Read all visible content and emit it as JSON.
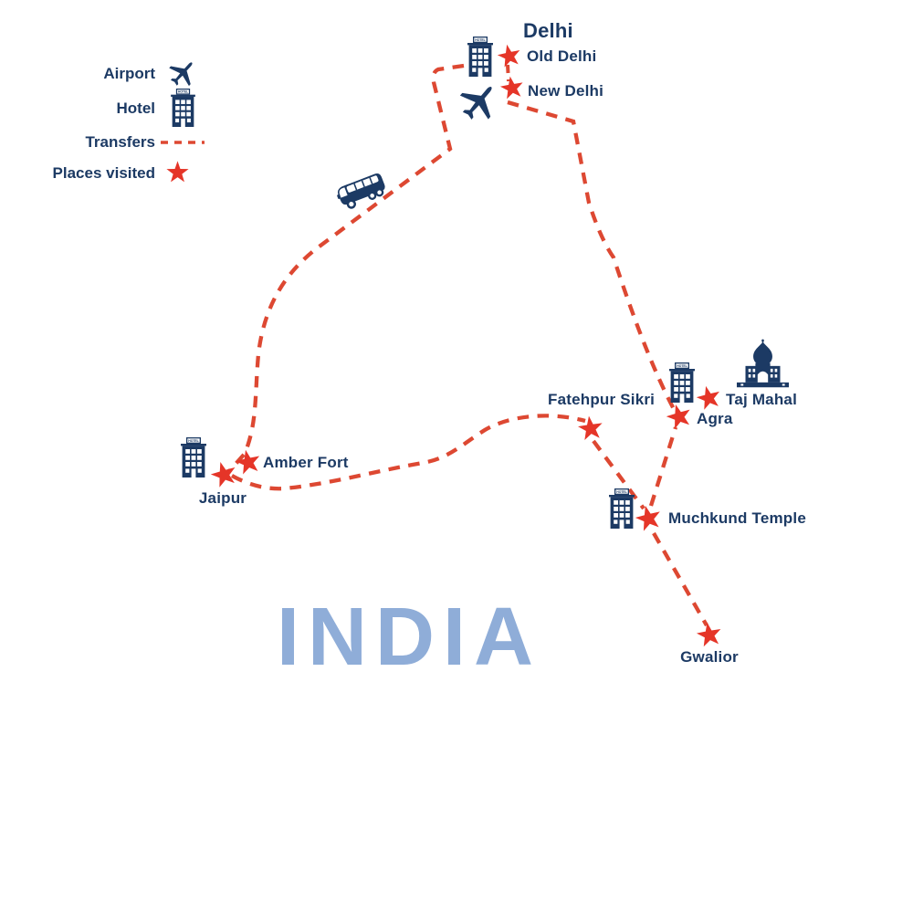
{
  "legend": {
    "items": [
      {
        "label": "Airport",
        "icon": "plane-icon"
      },
      {
        "label": "Hotel",
        "icon": "hotel-icon"
      },
      {
        "label": "Transfers",
        "icon": "dashed-transfer-line"
      },
      {
        "label": "Places visited",
        "icon": "star-icon"
      }
    ]
  },
  "map": {
    "country_label": "INDIA",
    "city_title": "Delhi",
    "locations": [
      {
        "name": "Old Delhi"
      },
      {
        "name": "New Delhi"
      },
      {
        "name": "Taj Mahal"
      },
      {
        "name": "Agra"
      },
      {
        "name": "Fatehpur Sikri"
      },
      {
        "name": "Amber Fort"
      },
      {
        "name": "Jaipur"
      },
      {
        "name": "Muchkund Temple"
      },
      {
        "name": "Gwalior"
      }
    ],
    "hotel_sign_text": "HOTEL",
    "transport_icons": [
      "airplane",
      "bus"
    ],
    "landmark_icons": [
      "taj-mahal"
    ],
    "hotel_icon_locations": [
      "Delhi",
      "Agra",
      "Jaipur",
      "Muchkund Temple"
    ]
  },
  "colors": {
    "navy": "#1c3a64",
    "route_red": "#dd4832",
    "star_red": "#e53528",
    "india_blue": "#8fadd8",
    "background": "#ffffff"
  }
}
